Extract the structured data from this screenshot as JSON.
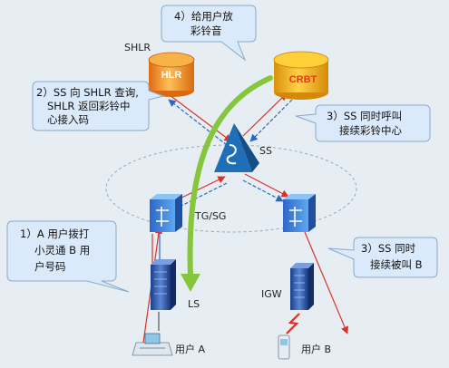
{
  "nodes": {
    "shlr_caption": "SHLR",
    "shlr_db": "HLR",
    "crbt_db": "CRBT",
    "ss": "SS",
    "tg_sg": "TG/SG",
    "ls": "LS",
    "igw": "IGW",
    "user_a": "用户 A",
    "user_b": "用户 B"
  },
  "callouts": {
    "step4": [
      "4）给用户放",
      "彩铃音"
    ],
    "step2": [
      "2）SS 向 SHLR 查询,",
      "SHLR 返回彩铃中",
      "心接入码"
    ],
    "step3a": [
      "3）SS 同时呼叫",
      "接续彩铃中心"
    ],
    "step1": [
      "1）A 用户拨打",
      "小灵通 B 用",
      "户号码"
    ],
    "step3b": [
      "3）SS 同时",
      "接续被叫 B"
    ]
  },
  "colors": {
    "callout_fill": "#dbeafa",
    "callout_stroke": "#8aa9c8",
    "hlr_orange": "#f29a2b",
    "crbt_red": "#e23b16",
    "ss_blue": "#1f6fb8",
    "green_arrow": "#86c63a",
    "red_arrow": "#d8302a"
  }
}
